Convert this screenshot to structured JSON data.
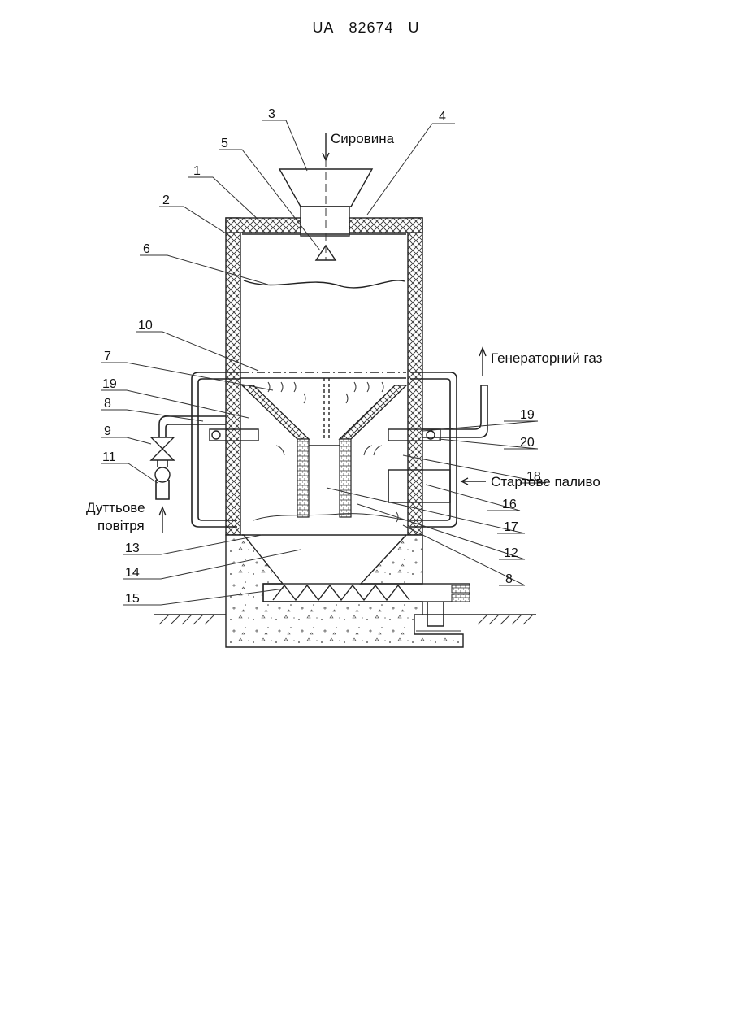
{
  "header": {
    "country": "UA",
    "number": "82674",
    "kind": "U"
  },
  "captions": {
    "feed": "Сировина",
    "gas_out": "Генераторний газ",
    "start_fuel": "Стартове паливо",
    "air_line1": "Дуттьове",
    "air_line2": "повітря"
  },
  "labels": {
    "l3": "3",
    "l4": "4",
    "l5": "5",
    "l1": "1",
    "l2": "2",
    "l6": "6",
    "l10": "10",
    "l7": "7",
    "l19a": "19",
    "l8a": "8",
    "l9": "9",
    "l11": "11",
    "l13": "13",
    "l14": "14",
    "l15": "15",
    "l19b": "19",
    "l20": "20",
    "l18": "18",
    "l16": "16",
    "l17": "17",
    "l12": "12",
    "l8b": "8"
  }
}
